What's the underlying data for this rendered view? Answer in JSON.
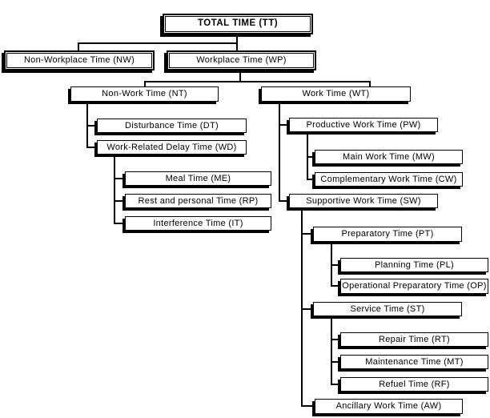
{
  "diagram": {
    "type": "tree-diagram",
    "topic": "Work time structure",
    "colors": {
      "background": "#ffffff",
      "box_fill": "#ffffff",
      "box_border": "#000000",
      "connector_line": "#000000",
      "text": "#000000"
    }
  },
  "nodes": {
    "tt": {
      "label": "TOTAL TIME (TT)",
      "abbr": "TT"
    },
    "nw": {
      "label": "Non-Workplace Time (NW)",
      "abbr": "NW"
    },
    "wp": {
      "label": "Workplace Time (WP)",
      "abbr": "WP"
    },
    "nt": {
      "label": "Non-Work Time (NT)",
      "abbr": "NT"
    },
    "wt": {
      "label": "Work Time (WT)",
      "abbr": "WT"
    },
    "dt": {
      "label": "Disturbance Time (DT)",
      "abbr": "DT"
    },
    "wd": {
      "label": "Work-Related Delay Time (WD)",
      "abbr": "WD"
    },
    "me": {
      "label": "Meal Time (ME)",
      "abbr": "ME"
    },
    "rp": {
      "label": "Rest and personal Time (RP)",
      "abbr": "RP"
    },
    "it": {
      "label": "Interference Time (IT)",
      "abbr": "IT"
    },
    "pw": {
      "label": "Productive Work Time (PW)",
      "abbr": "PW"
    },
    "mw": {
      "label": "Main Work Time (MW)",
      "abbr": "MW"
    },
    "cw": {
      "label": "Complementary Work Time (CW)",
      "abbr": "CW"
    },
    "sw": {
      "label": "Supportive Work Time (SW)",
      "abbr": "SW"
    },
    "pt": {
      "label": "Preparatory Time (PT)",
      "abbr": "PT"
    },
    "pl": {
      "label": "Planning Time (PL)",
      "abbr": "PL"
    },
    "op": {
      "label": "Operational Preparatory Time (OP)",
      "abbr": "OP"
    },
    "st": {
      "label": "Service Time (ST)",
      "abbr": "ST"
    },
    "rt": {
      "label": "Repair Time (RT)",
      "abbr": "RT"
    },
    "mt": {
      "label": "Maintenance Time (MT)",
      "abbr": "MT"
    },
    "rf": {
      "label": "Refuel Time (RF)",
      "abbr": "RF"
    },
    "aw": {
      "label": "Ancillary Work Time (AW)",
      "abbr": "AW"
    }
  },
  "hierarchy": {
    "TT": {
      "NW": {},
      "WP": {
        "NT": {
          "DT": {},
          "WD": {
            "ME": {},
            "RP": {},
            "IT": {}
          }
        },
        "WT": {
          "PW": {
            "MW": {},
            "CW": {}
          },
          "SW": {
            "PT": {
              "PL": {},
              "OP": {}
            },
            "ST": {
              "RT": {},
              "MT": {},
              "RF": {}
            },
            "AW": {}
          }
        }
      }
    }
  }
}
